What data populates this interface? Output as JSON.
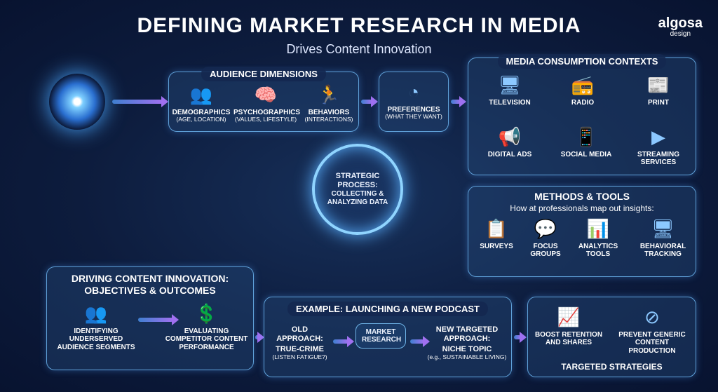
{
  "title": "DEFINING MARKET RESEARCH IN MEDIA",
  "subtitle": "Drives Content Innovation",
  "logo": {
    "name": "algosa",
    "tag": "design"
  },
  "center": {
    "line1": "STRATEGIC PROCESS:",
    "line2": "COLLECTING & ANALYZING DATA"
  },
  "audience": {
    "title": "AUDIENCE DIMENSIONS",
    "items": [
      {
        "label": "DEMOGRAPHICS",
        "sub": "(AGE, LOCATION)"
      },
      {
        "label": "PSYCHOGRAPHICS",
        "sub": "(VALUES, LIFESTYLE)"
      },
      {
        "label": "BEHAVIORS",
        "sub": "(INTERACTIONS)"
      }
    ]
  },
  "preferences": {
    "label": "PREFERENCES",
    "sub": "(WHAT THEY WANT)"
  },
  "media": {
    "title": "MEDIA CONSUMPTION CONTEXTS",
    "items": [
      "TELEVISION",
      "RADIO",
      "PRINT",
      "DIGITAL ADS",
      "SOCIAL MEDIA",
      "STREAMING SERVICES"
    ]
  },
  "methods": {
    "title": "METHODS & TOOLS",
    "subtitle": "How at professionals map out insights:",
    "items": [
      "SURVEYS",
      "FOCUS GROUPS",
      "ANALYTICS TOOLS",
      "BEHAVIORAL TRACKING"
    ]
  },
  "driving": {
    "title1": "DRIVING CONTENT INNOVATION:",
    "title2": "OBJECTIVES & OUTCOMES",
    "items": [
      "IDENTIFYING UNDERSERVED AUDIENCE SEGMENTS",
      "EVALUATING COMPETITOR CONTENT PERFORMANCE"
    ]
  },
  "example": {
    "title": "EXAMPLE: LAUNCHING A NEW PODCAST",
    "old1": "OLD APPROACH:",
    "old2": "TRUE-CRIME",
    "old3": "(LISTEN FATIGUE?)",
    "mid": "MARKET RESEARCH",
    "new1": "NEW TARGETED APPROACH:",
    "new2": "NICHE TOPIC",
    "new3": "(e.g., SUSTAINABLE LIVING)"
  },
  "strategies": {
    "title": "TARGETED STRATEGIES",
    "items": [
      "BOOST RETENTION AND SHARES",
      "PREVENT GENERIC CONTENT PRODUCTION"
    ]
  }
}
